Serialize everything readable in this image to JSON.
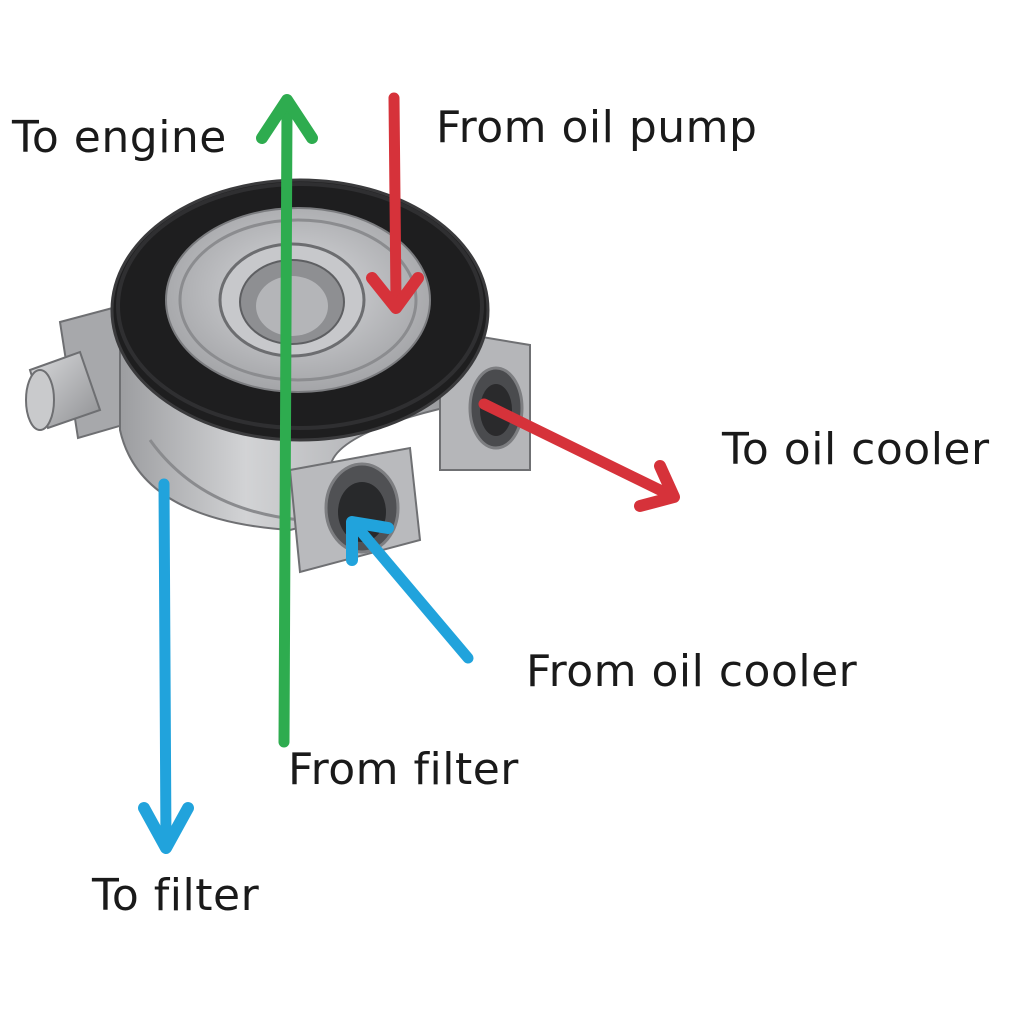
{
  "labels": {
    "to_engine": "To engine",
    "from_oil_pump": "From oil pump",
    "to_oil_cooler": "To oil cooler",
    "from_oil_cooler": "From oil cooler",
    "from_filter": "From filter",
    "to_filter": "To filter"
  },
  "colors": {
    "green_flow": "#2eac4f",
    "red_flow": "#d6323a",
    "blue_flow": "#21a3dc",
    "gasket": "#1c1c1c",
    "aluminium": "#bfc0c2"
  },
  "icons": {
    "component": "oil-filter-sandwich-adapter"
  }
}
